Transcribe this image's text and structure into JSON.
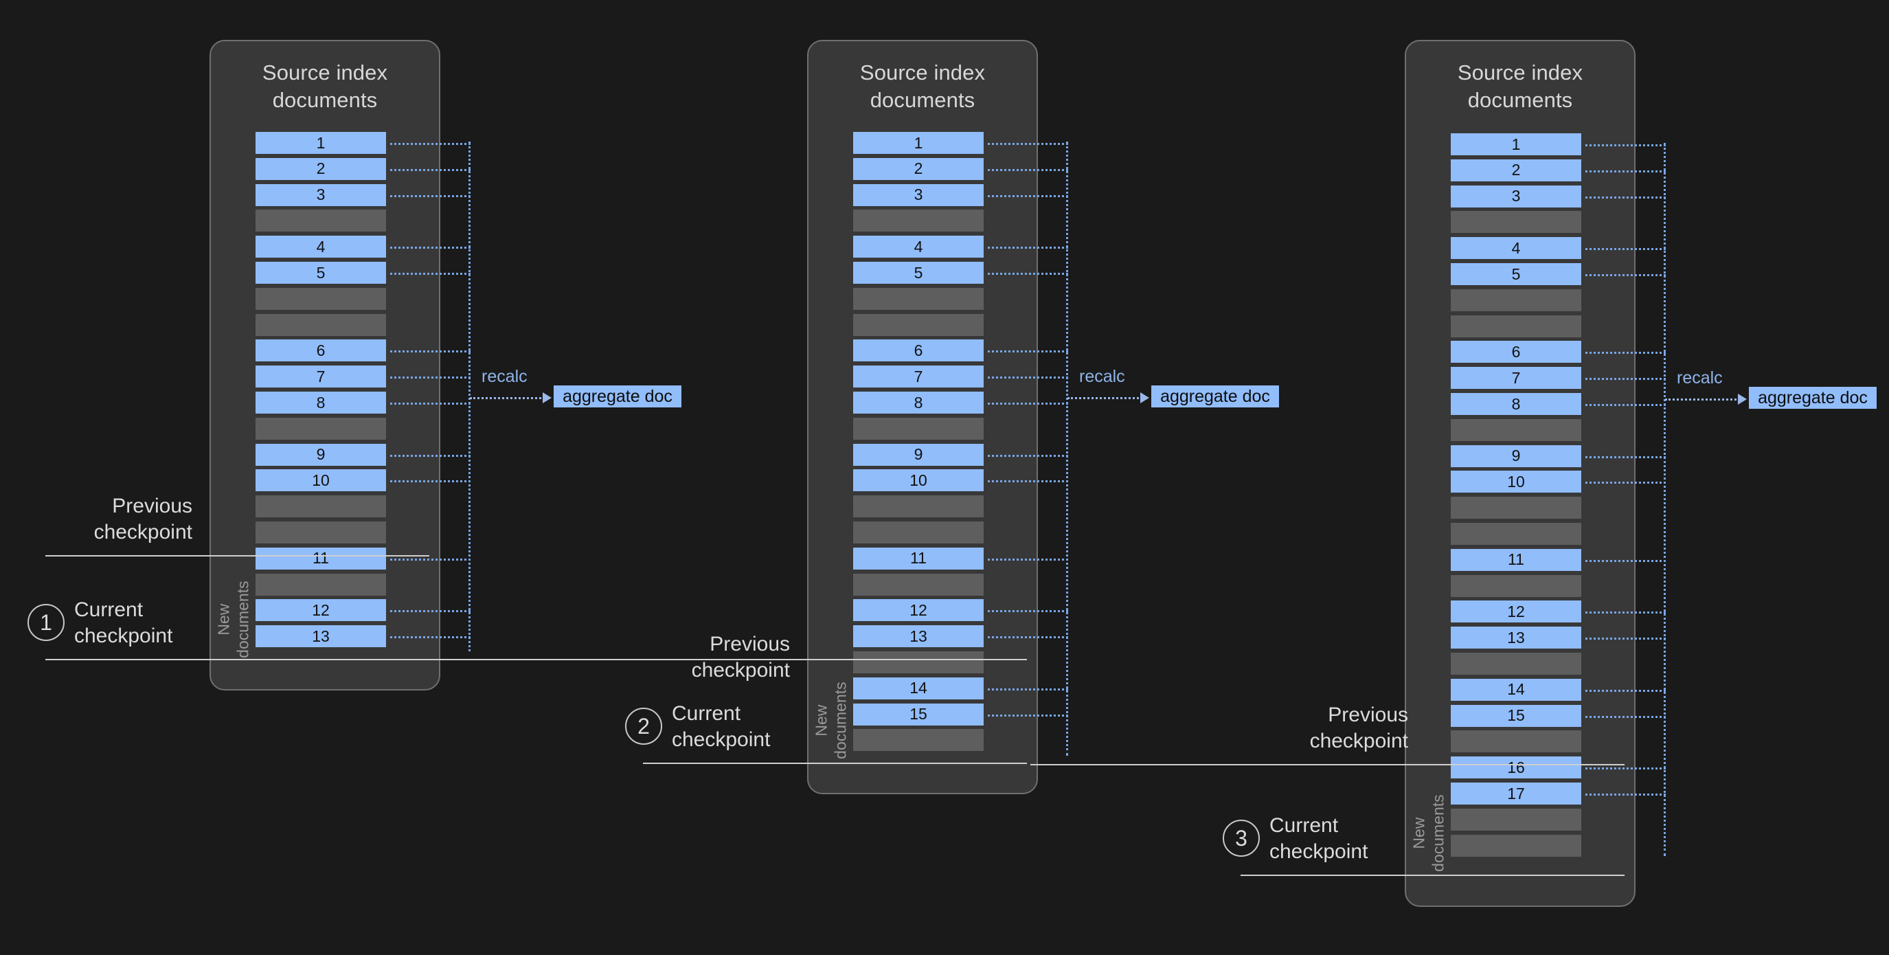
{
  "diagram": {
    "title": "Transform checkpointing of source index documents",
    "colors": {
      "background": "#1a1a1a",
      "panel_fill": "#383838",
      "panel_border": "#6f6f6f",
      "doc_row": "#91bdfb",
      "gap_row": "#5e5e5e",
      "connector": "#7aa7e8",
      "label_text": "#dcdcdc",
      "newdocs_text": "#9a9a9a"
    }
  },
  "panels": [
    {
      "id": "panel-1",
      "title": "Source index\ndocuments",
      "step_number": "1",
      "recalc_label": "recalc",
      "aggregate_label": "aggregate doc",
      "previous_checkpoint_label": "Previous\ncheckpoint",
      "current_checkpoint_label": "Current\ncheckpoint",
      "new_documents_label": "New\ndocuments",
      "rows": [
        {
          "type": "doc",
          "label": "1"
        },
        {
          "type": "doc",
          "label": "2"
        },
        {
          "type": "doc",
          "label": "3"
        },
        {
          "type": "gap",
          "label": ""
        },
        {
          "type": "doc",
          "label": "4"
        },
        {
          "type": "doc",
          "label": "5"
        },
        {
          "type": "gap",
          "label": ""
        },
        {
          "type": "gap",
          "label": ""
        },
        {
          "type": "doc",
          "label": "6"
        },
        {
          "type": "doc",
          "label": "7"
        },
        {
          "type": "doc",
          "label": "8"
        },
        {
          "type": "gap",
          "label": ""
        },
        {
          "type": "doc",
          "label": "9"
        },
        {
          "type": "doc",
          "label": "10"
        },
        {
          "type": "gap",
          "label": ""
        },
        {
          "type": "gap",
          "label": ""
        },
        {
          "type": "doc",
          "label": "11"
        },
        {
          "type": "gap",
          "label": ""
        },
        {
          "type": "doc",
          "label": "12"
        },
        {
          "type": "doc",
          "label": "13"
        }
      ],
      "new_documents_start_index": 16
    },
    {
      "id": "panel-2",
      "title": "Source index\ndocuments",
      "step_number": "2",
      "recalc_label": "recalc",
      "aggregate_label": "aggregate doc",
      "previous_checkpoint_label": "Previous\ncheckpoint",
      "current_checkpoint_label": "Current\ncheckpoint",
      "new_documents_label": "New\ndocuments",
      "rows": [
        {
          "type": "doc",
          "label": "1"
        },
        {
          "type": "doc",
          "label": "2"
        },
        {
          "type": "doc",
          "label": "3"
        },
        {
          "type": "gap",
          "label": ""
        },
        {
          "type": "doc",
          "label": "4"
        },
        {
          "type": "doc",
          "label": "5"
        },
        {
          "type": "gap",
          "label": ""
        },
        {
          "type": "gap",
          "label": ""
        },
        {
          "type": "doc",
          "label": "6"
        },
        {
          "type": "doc",
          "label": "7"
        },
        {
          "type": "doc",
          "label": "8"
        },
        {
          "type": "gap",
          "label": ""
        },
        {
          "type": "doc",
          "label": "9"
        },
        {
          "type": "doc",
          "label": "10"
        },
        {
          "type": "gap",
          "label": ""
        },
        {
          "type": "gap",
          "label": ""
        },
        {
          "type": "doc",
          "label": "11"
        },
        {
          "type": "gap",
          "label": ""
        },
        {
          "type": "doc",
          "label": "12"
        },
        {
          "type": "doc",
          "label": "13"
        },
        {
          "type": "gap",
          "label": ""
        },
        {
          "type": "doc",
          "label": "14"
        },
        {
          "type": "doc",
          "label": "15"
        },
        {
          "type": "gap",
          "label": ""
        }
      ],
      "new_documents_start_index": 20
    },
    {
      "id": "panel-3",
      "title": "Source index\ndocuments",
      "step_number": "3",
      "recalc_label": "recalc",
      "aggregate_label": "aggregate doc",
      "previous_checkpoint_label": "Previous\ncheckpoint",
      "current_checkpoint_label": "Current\ncheckpoint",
      "new_documents_label": "New\ndocuments",
      "rows": [
        {
          "type": "doc",
          "label": "1"
        },
        {
          "type": "doc",
          "label": "2"
        },
        {
          "type": "doc",
          "label": "3"
        },
        {
          "type": "gap",
          "label": ""
        },
        {
          "type": "doc",
          "label": "4"
        },
        {
          "type": "doc",
          "label": "5"
        },
        {
          "type": "gap",
          "label": ""
        },
        {
          "type": "gap",
          "label": ""
        },
        {
          "type": "doc",
          "label": "6"
        },
        {
          "type": "doc",
          "label": "7"
        },
        {
          "type": "doc",
          "label": "8"
        },
        {
          "type": "gap",
          "label": ""
        },
        {
          "type": "doc",
          "label": "9"
        },
        {
          "type": "doc",
          "label": "10"
        },
        {
          "type": "gap",
          "label": ""
        },
        {
          "type": "gap",
          "label": ""
        },
        {
          "type": "doc",
          "label": "11"
        },
        {
          "type": "gap",
          "label": ""
        },
        {
          "type": "doc",
          "label": "12"
        },
        {
          "type": "doc",
          "label": "13"
        },
        {
          "type": "gap",
          "label": ""
        },
        {
          "type": "doc",
          "label": "14"
        },
        {
          "type": "doc",
          "label": "15"
        },
        {
          "type": "gap",
          "label": ""
        },
        {
          "type": "doc",
          "label": "16"
        },
        {
          "type": "doc",
          "label": "17"
        },
        {
          "type": "gap",
          "label": ""
        },
        {
          "type": "gap",
          "label": ""
        }
      ],
      "new_documents_start_index": 24
    }
  ]
}
